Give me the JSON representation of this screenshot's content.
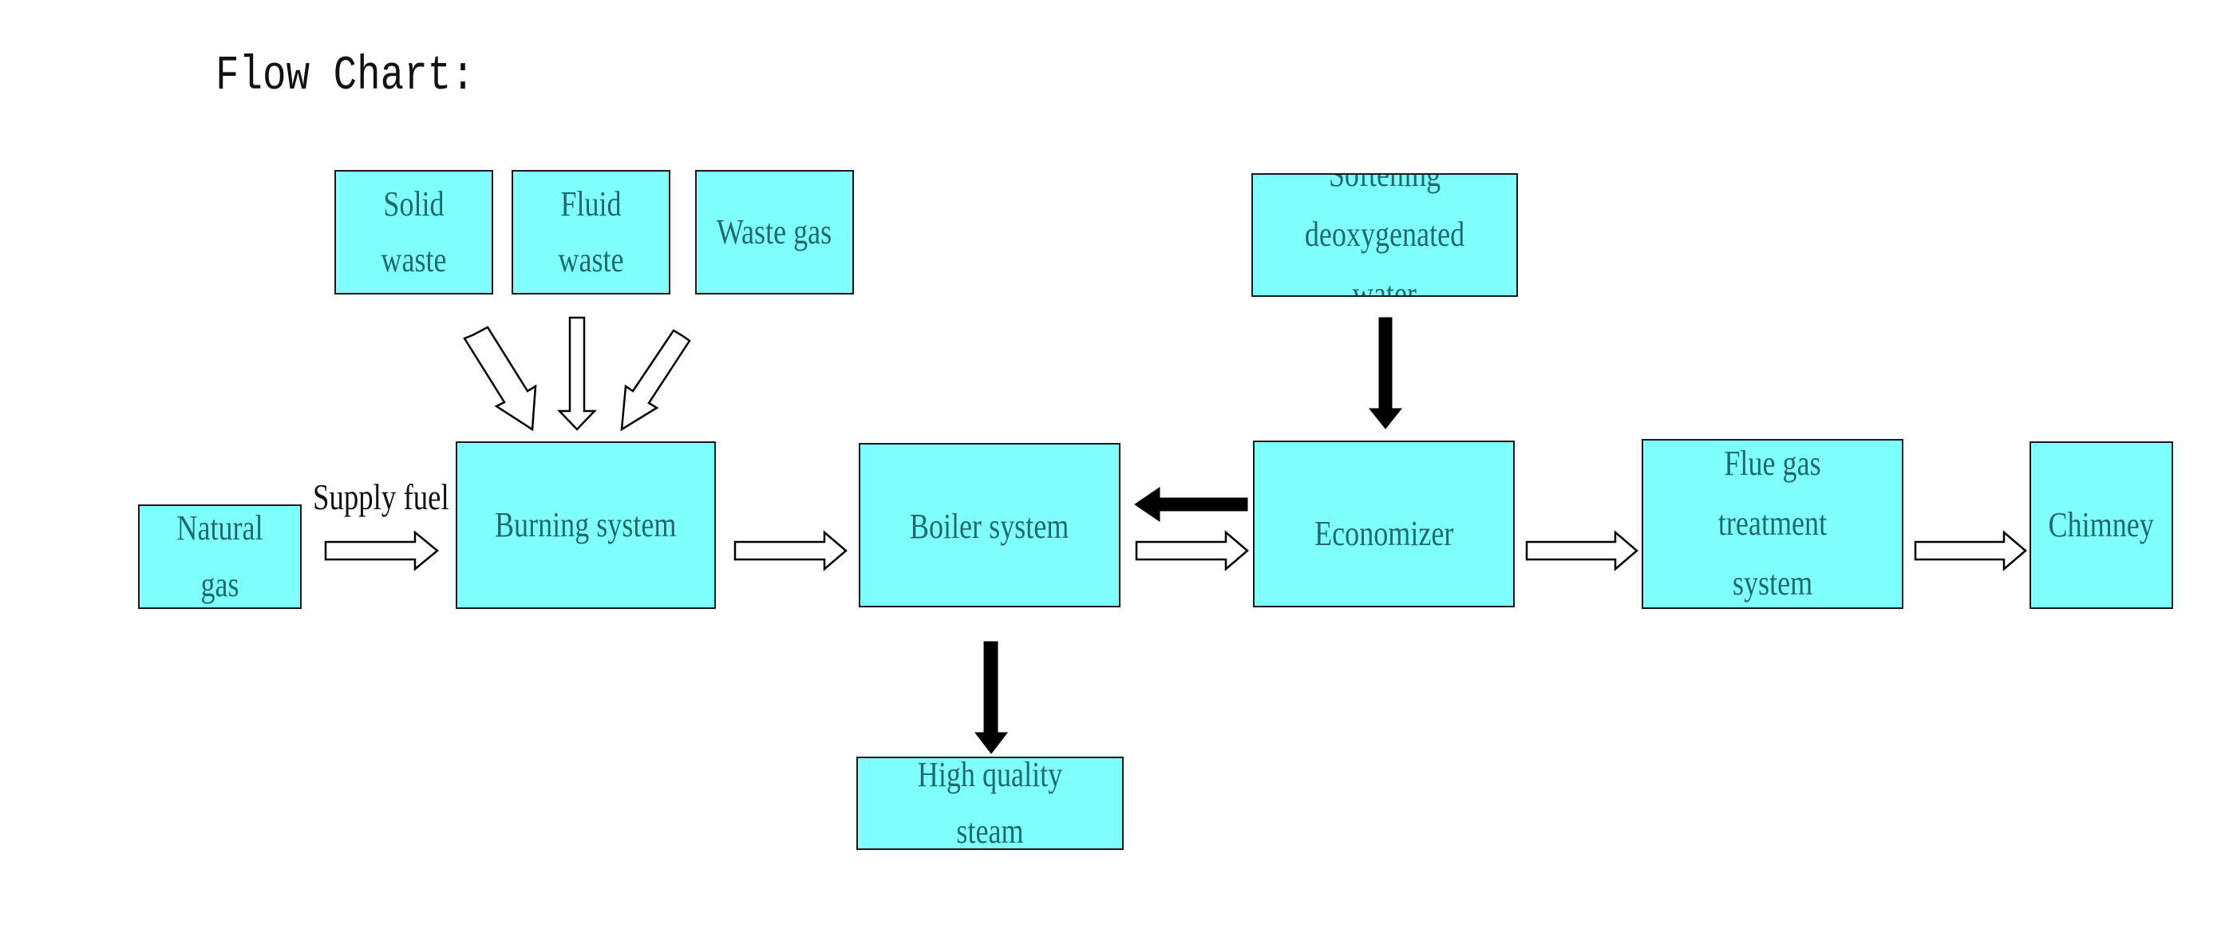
{
  "title": "Flow Chart:",
  "colors": {
    "node_fill": "#80ffff",
    "node_border": "#1a1a1a",
    "node_text": "#1f6b6b",
    "arrow_solid": "#000000",
    "arrow_hollow_fill": "#ffffff"
  },
  "nodes": {
    "solid_waste": "Solid waste",
    "fluid_waste": "Fluid waste",
    "waste_gas": "Waste gas",
    "softening_water_line1": "Softening deoxygenated",
    "softening_water_line2": "water",
    "natural_gas": "Natural gas",
    "burning_system": "Burning system",
    "boiler_system": "Boiler system",
    "economizer": "Economizer",
    "flue_gas_line1": "Flue gas treatment",
    "flue_gas_line2": "system",
    "chimney": "Chimney",
    "high_quality_steam": "High quality steam"
  },
  "labels": {
    "supply_fuel": "Supply fuel"
  }
}
